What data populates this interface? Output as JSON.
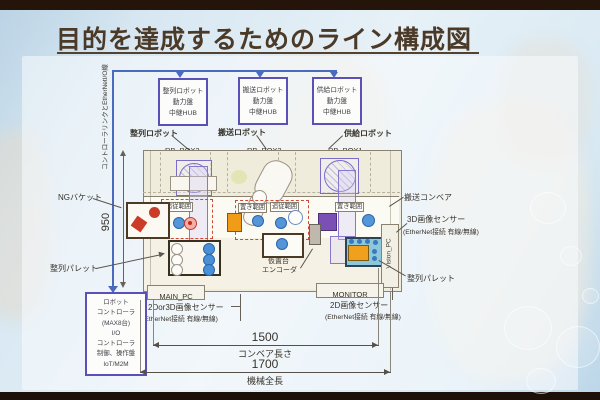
{
  "slide": {
    "title": "目的を達成するためのライン構成図"
  },
  "bus": {
    "label": "コントローラリンクとEtherNetI/O線"
  },
  "hub_boxes": [
    {
      "l1": "整列ロボット",
      "l2": "動力盤",
      "l3": "中継HUB"
    },
    {
      "l1": "搬送ロボット",
      "l2": "動力盤",
      "l3": "中継HUB"
    },
    {
      "l1": "供給ロボット",
      "l2": "動力盤",
      "l3": "中継HUB"
    }
  ],
  "robot_labels": [
    "整列ロボット",
    "搬送ロボット",
    "供給ロボット"
  ],
  "rb_boxes": [
    "RB_BOX3",
    "RB_BOX2",
    "RB_BOX1"
  ],
  "machine": {
    "ranges": [
      "追従範囲",
      "置き範囲",
      "追従範囲",
      "置き範囲"
    ],
    "temp_stand": "仮置台",
    "encoder": "エンコーダ",
    "main_pc": "MAIN_PC",
    "monitor": "MONITOR",
    "vision_pc": "Vision_PC"
  },
  "left_labels": {
    "ng": "NGバケット",
    "pallet": "整列パレット",
    "dim_height": "950"
  },
  "right_labels": {
    "conveyor": "搬送コンベア",
    "sensor_3d": "3D画像センサー",
    "sensor_3d_sub": "(EtherNet接続 有線/無線)",
    "pallet": "整列パレット",
    "sensor_2d": "2D画像センサー",
    "sensor_2d_sub": "(EtherNet接続 有線/無線)"
  },
  "bottom_labels": {
    "sensor_2d3d": "2Dor3D画像センサー",
    "sensor_2d3d_sub": "(EtherNet接続 有線/無線)"
  },
  "controller_box": {
    "l1": "ロボット",
    "l2": "コントローラ",
    "l3": "(MAX8台)",
    "l4": "I/O",
    "l5": "コントローラ",
    "l6": "制御、操作盤",
    "l7": "IoT/M2M"
  },
  "dimensions": {
    "conveyor_len": "1500",
    "conveyor_len_label": "コンベア長さ",
    "machine_len": "1700",
    "machine_len_label": "機械全長"
  },
  "colors": {
    "bus_blue": "#4a6abf",
    "box_purple": "#5b50b8",
    "accent_orange": "#f09c18",
    "part_blue": "#4a90d8",
    "ng_red": "#cc3a28",
    "pallet_teal": "#8cc8da"
  }
}
